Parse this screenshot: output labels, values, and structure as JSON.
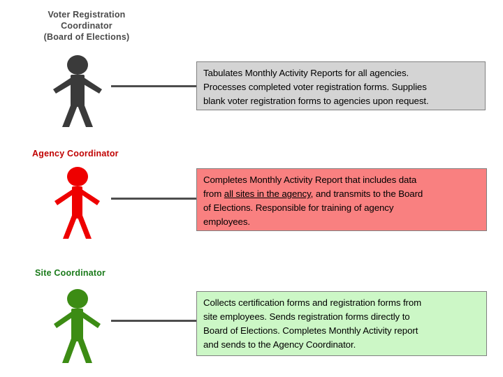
{
  "diagram": {
    "title_region": "Voter registration roles hierarchy",
    "background_color": "#ffffff"
  },
  "roles": [
    {
      "id": "voter-registration-coordinator",
      "label": "Voter Registration\nCoordinator\n(Board of Elections)",
      "label_color": "#4a4a4a",
      "figure_color": "#3a3a3a",
      "figure_icon": "stick-figure-icon",
      "box_fill": "#d4d4d4",
      "box_border": "#808080",
      "description_lines": [
        "Tabulates Monthly Activity Reports for all agencies.",
        "Processes completed voter registration forms.  Supplies",
        "blank voter registration forms to agencies upon request."
      ]
    },
    {
      "id": "agency-coordinator",
      "label": "Agency Coordinator",
      "label_color": "#c00000",
      "figure_color": "#ee0000",
      "figure_icon": "stick-figure-icon",
      "box_fill": "#f98080",
      "box_border": "#808080",
      "description_lines": [
        "Completes Monthly Activity Report that includes data",
        "from all sites in the agency, and transmits to the Board",
        "of Elections.  Responsible for training of agency",
        "employees."
      ],
      "underlined_phrase": "all sites in the agency"
    },
    {
      "id": "site-coordinator",
      "label": "Site Coordinator",
      "label_color": "#1a7a1a",
      "figure_color": "#3c8c14",
      "figure_icon": "stick-figure-icon",
      "box_fill": "#ccf7c6",
      "box_border": "#808080",
      "description_lines": [
        "Collects certification forms and registration forms from",
        "site employees.  Sends registration forms directly to",
        "Board of Elections. Completes Monthly Activity report",
        "and sends to the Agency Coordinator."
      ]
    }
  ],
  "connectors": {
    "color": "#4d4d4d",
    "count": 3
  }
}
